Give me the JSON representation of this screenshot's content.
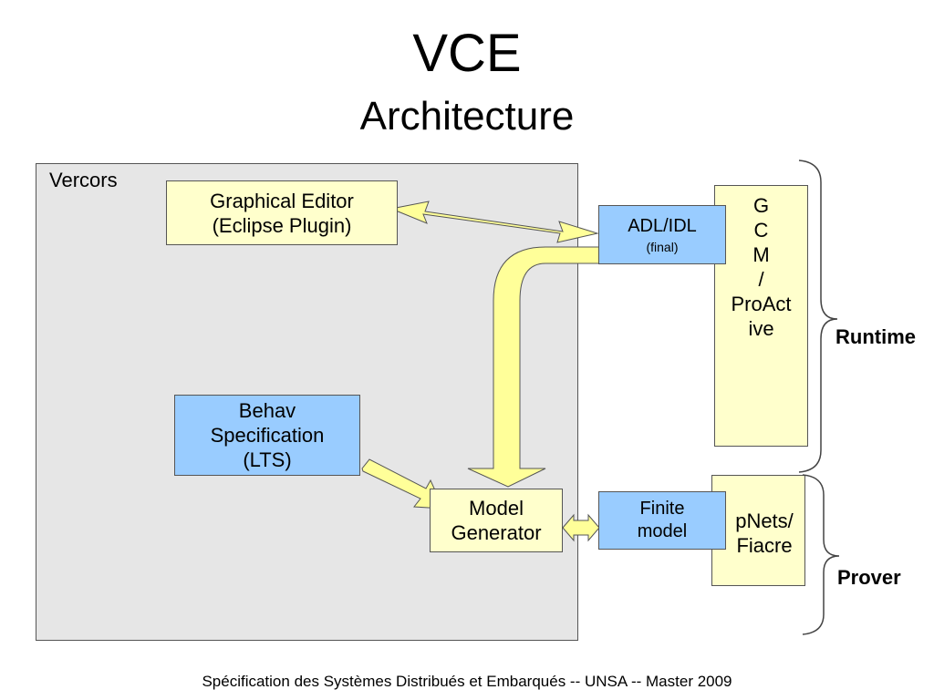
{
  "title": {
    "main": "VCE",
    "sub": "Architecture"
  },
  "vercors": {
    "label": "Vercors"
  },
  "graphical_editor": {
    "line1": "Graphical Editor",
    "line2": "(Eclipse Plugin)"
  },
  "behav_spec": {
    "line1": "Behav",
    "line2": "Specification",
    "line3": "(LTS)"
  },
  "model_generator": {
    "line1": "Model",
    "line2": "Generator"
  },
  "adl_idl": {
    "line1": "ADL/IDL",
    "line2": "(final)"
  },
  "finite_model": {
    "line1": "Finite",
    "line2": "model"
  },
  "gcm": {
    "lines": [
      "G",
      "C",
      "M",
      "/",
      "ProAct",
      "ive"
    ]
  },
  "pnets": {
    "line1": "pNets/",
    "line2": "Fiacre"
  },
  "groups": {
    "runtime": "Runtime",
    "prover": "Prover"
  },
  "footer": "Spécification des Systèmes Distribués et Embarqués  --  UNSA -- Master 2009",
  "colors": {
    "yellow_box": "#ffffcc",
    "blue_box": "#99ccff",
    "frame": "#e6e6e6",
    "arrow_fill": "#ffff99"
  }
}
